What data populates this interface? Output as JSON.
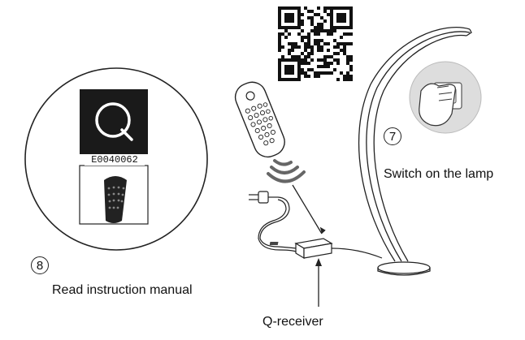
{
  "diagram": {
    "product_code": "E0040062",
    "step8": {
      "number": "8",
      "label": "Read instruction manual"
    },
    "step7": {
      "number": "7",
      "label": "Switch on the lamp"
    },
    "receiver_label": "Q-receiver",
    "icons": [
      "qr-code-icon",
      "q-logo-icon",
      "remote-control-icon",
      "wireless-signal-icon",
      "wall-switch-hand-icon",
      "arc-floor-lamp-icon",
      "power-plug-icon"
    ],
    "colors": {
      "stroke": "#222222",
      "logo_bg": "#1a1a1a",
      "background": "#ffffff"
    }
  }
}
